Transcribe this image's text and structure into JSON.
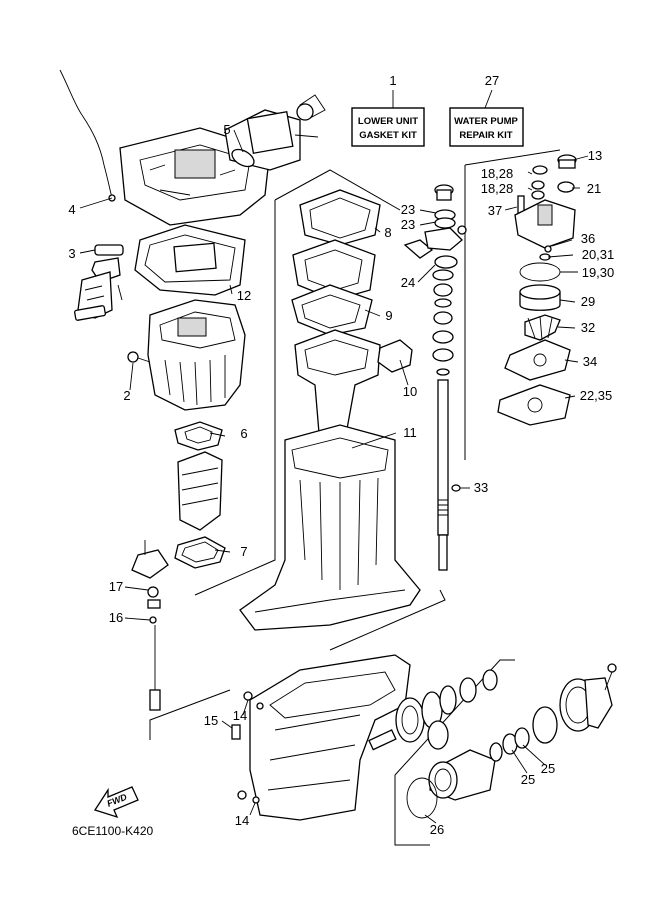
{
  "diagram_code": "6CE1100-K420",
  "fwd_label": "FWD",
  "kits": {
    "lower_unit": {
      "number": "1",
      "line1": "LOWER UNIT",
      "line2": "GASKET KIT"
    },
    "water_pump": {
      "number": "27",
      "line1": "WATER PUMP",
      "line2": "REPAIR KIT"
    }
  },
  "callouts": {
    "c2": "2",
    "c3": "3",
    "c4": "4",
    "c5": "5",
    "c6": "6",
    "c7": "7",
    "c8": "8",
    "c9": "9",
    "c10": "10",
    "c11": "11",
    "c12": "12",
    "c13": "13",
    "c14a": "14",
    "c14b": "14",
    "c15": "15",
    "c16": "16",
    "c17": "17",
    "c18a": "18,28",
    "c18b": "18,28",
    "c19": "19,30",
    "c20": "20,31",
    "c21": "21",
    "c22": "22,35",
    "c23a": "23",
    "c23b": "23",
    "c24": "24",
    "c25a": "25",
    "c25b": "25",
    "c26": "26",
    "c29": "29",
    "c32": "32",
    "c33": "33",
    "c34": "34",
    "c36": "36",
    "c37": "37"
  }
}
